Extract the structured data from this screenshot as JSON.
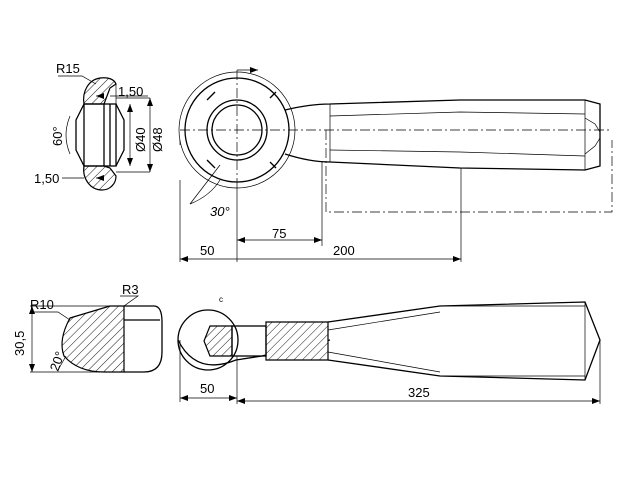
{
  "labels": {
    "r15": "R15",
    "t150_top": "1,50",
    "t150_bottom": "1,50",
    "a60": "60°",
    "d40": "Ø40",
    "d48": "Ø48",
    "a30": "30°",
    "d50_top": "50",
    "d75": "75",
    "d200": "200",
    "r10": "R10",
    "r3": "R3",
    "d305": "30,5",
    "a20": "20°",
    "d50_bottom": "50",
    "d325": "325",
    "c_mark": "c"
  }
}
